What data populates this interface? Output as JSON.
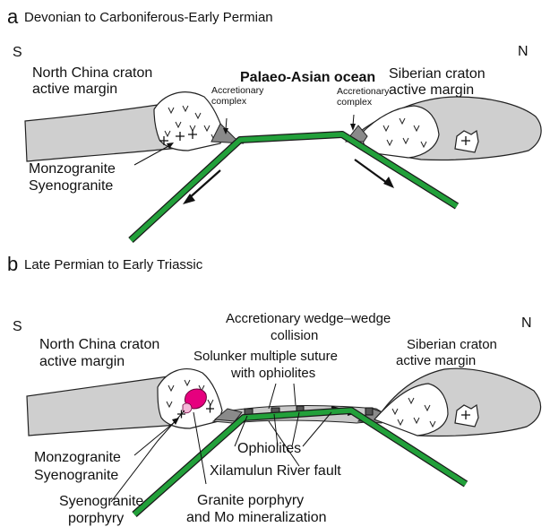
{
  "panel_a": {
    "letter": "a",
    "title": "Devonian to Carboniferous-Early Permian",
    "south": "S",
    "north": "N",
    "ncc_line1": "North China craton",
    "ncc_line2": "active margin",
    "ocean": "Palaeo-Asian ocean",
    "acc_left_1": "Accretionary",
    "acc_left_2": "complex",
    "acc_right_1": "Accretionary",
    "acc_right_2": "complex",
    "sib_line1": "Siberian craton",
    "sib_line2": "active margin",
    "rock1": "Monzogranite",
    "rock2": "Syenogranite"
  },
  "panel_b": {
    "letter": "b",
    "title": "Late Permian to Early Triassic",
    "south": "S",
    "north": "N",
    "ncc_line1": "North China craton",
    "ncc_line2": "active margin",
    "wedge_line1": "Accretionary wedge–wedge",
    "wedge_line2": "collision",
    "suture_line1": "Solunker multiple suture",
    "suture_line2": "with ophiolites",
    "sib_line1": "Siberian craton",
    "sib_line2": "active margin",
    "rock1": "Monzogranite",
    "rock2": "Syenogranite",
    "ophiolites": "Ophiolites",
    "fault": "Xilamulun River fault",
    "porphyry1": "Syenogranite",
    "porphyry2": "porphyry",
    "granite1": "Granite porphyry",
    "granite2": "and Mo mineralization"
  },
  "colors": {
    "slab": "#22a03a",
    "craton": "#cfcfcf",
    "accretionary": "#8a8a8a",
    "intrusion": "#e6007e"
  }
}
